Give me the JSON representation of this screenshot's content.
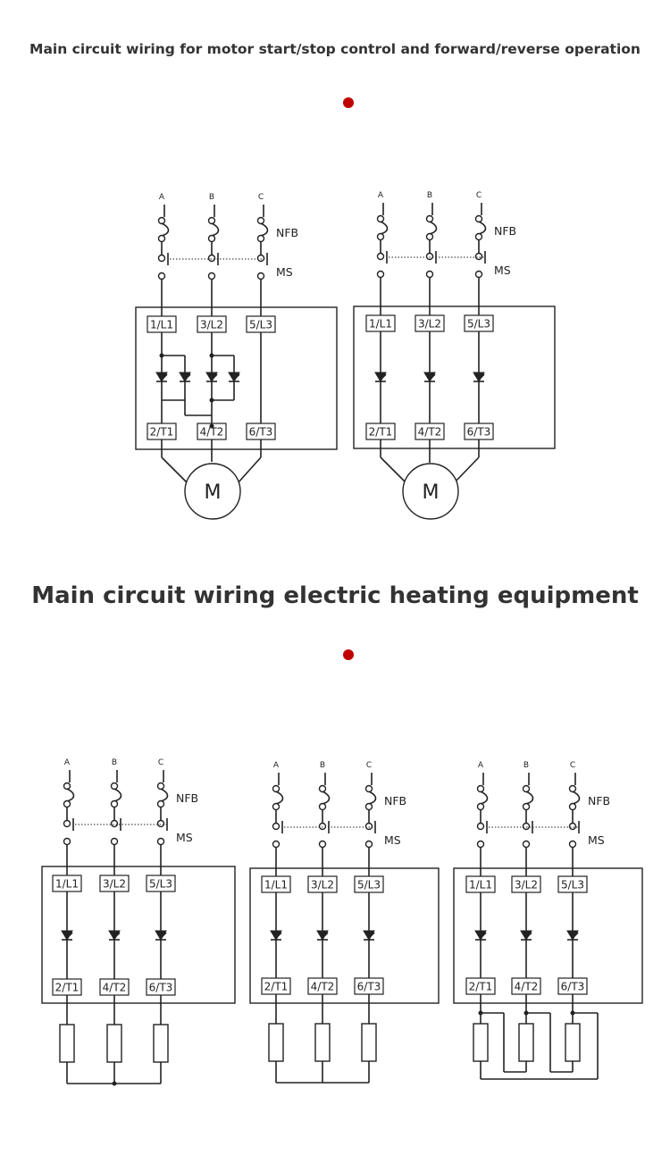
{
  "headings": {
    "motor": "Main circuit wiring for motor start/stop control and forward/reverse operation",
    "heating": "Main circuit wiring electric heating equipment"
  },
  "labels": {
    "phases": [
      "A",
      "B",
      "C"
    ],
    "nfb": "NFB",
    "ms": "MS",
    "inputs": [
      "1/L1",
      "3/L2",
      "5/L3"
    ],
    "outputs": [
      "2/T1",
      "4/T2",
      "6/T3"
    ],
    "motor": "M"
  },
  "colors": {
    "line": "#222222",
    "heading": "#333333",
    "dot_active": "#c00000",
    "dot_inactive": "#dddddd"
  }
}
